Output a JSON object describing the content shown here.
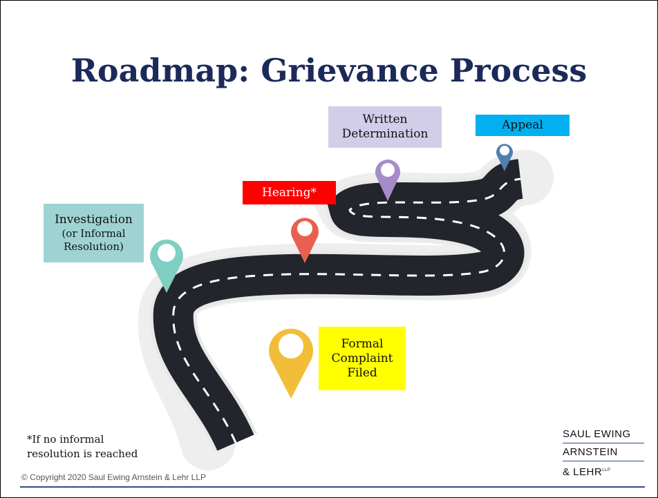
{
  "title": "Roadmap: Grievance Process",
  "steps": {
    "investigation": {
      "line1": "Investigation",
      "line2": "(or Informal",
      "line3": "Resolution)"
    },
    "hearing": {
      "label": "Hearing*"
    },
    "written": {
      "line1": "Written",
      "line2": "Determination"
    },
    "appeal": {
      "label": "Appeal"
    },
    "formal": {
      "line1": "Formal",
      "line2": "Complaint",
      "line3": "Filed"
    }
  },
  "footnote": {
    "line1": "*If no informal",
    "line2": "resolution is reached"
  },
  "copyright": "© Copyright 2020 Saul Ewing Arnstein & Lehr LLP",
  "logo": {
    "line1": "SAUL EWING",
    "line2": "ARNSTEIN",
    "line3": "& LEHR",
    "suffix": "LLP"
  },
  "colors": {
    "title": "#1b2a5a",
    "investigation": "#9fd3d3",
    "hearing": "#ff0000",
    "written": "#d2cde8",
    "appeal": "#00b0f0",
    "formal": "#ffff00",
    "road": "#22252b",
    "pin_teal": "#7fcfc3",
    "pin_red": "#e8604f",
    "pin_purple": "#a58cc8",
    "pin_blue": "#4f7fae",
    "pin_yellow": "#f2be3a"
  }
}
